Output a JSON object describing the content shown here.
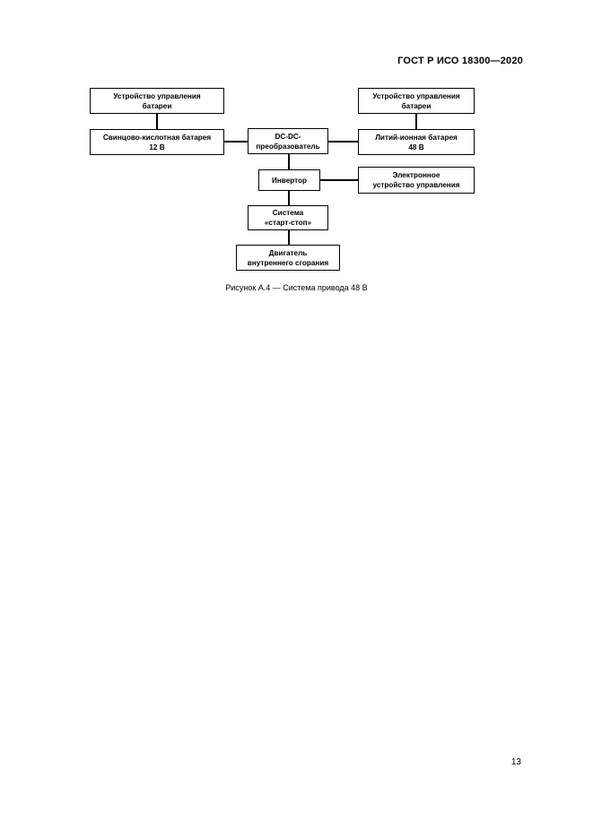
{
  "header": {
    "doc_id": "ГОСТ Р ИСО 18300—2020"
  },
  "diagram": {
    "boxes": {
      "bms_left": {
        "line1": "Устройство управления",
        "line2": "батареи"
      },
      "lead_acid": {
        "line1": "Свинцово-кислотная батарея",
        "line2": "12 В"
      },
      "dcdc": {
        "line1": "DC-DC-",
        "line2": "преобразователь"
      },
      "bms_right": {
        "line1": "Устройство управления",
        "line2": "батареи"
      },
      "li_ion": {
        "line1": "Литий-ионная батарея",
        "line2": "48 В"
      },
      "inverter": {
        "line1": "Инвертор"
      },
      "ecu": {
        "line1": "Электронное",
        "line2": "устройство управления"
      },
      "start_stop": {
        "line1": "Система",
        "line2": "«старт-стоп»"
      },
      "engine": {
        "line1": "Двигатель",
        "line2": "внутреннего сгорания"
      }
    },
    "caption": "Рисунок А.4 — Система привода 48 В"
  },
  "footer": {
    "page_number": "13"
  }
}
